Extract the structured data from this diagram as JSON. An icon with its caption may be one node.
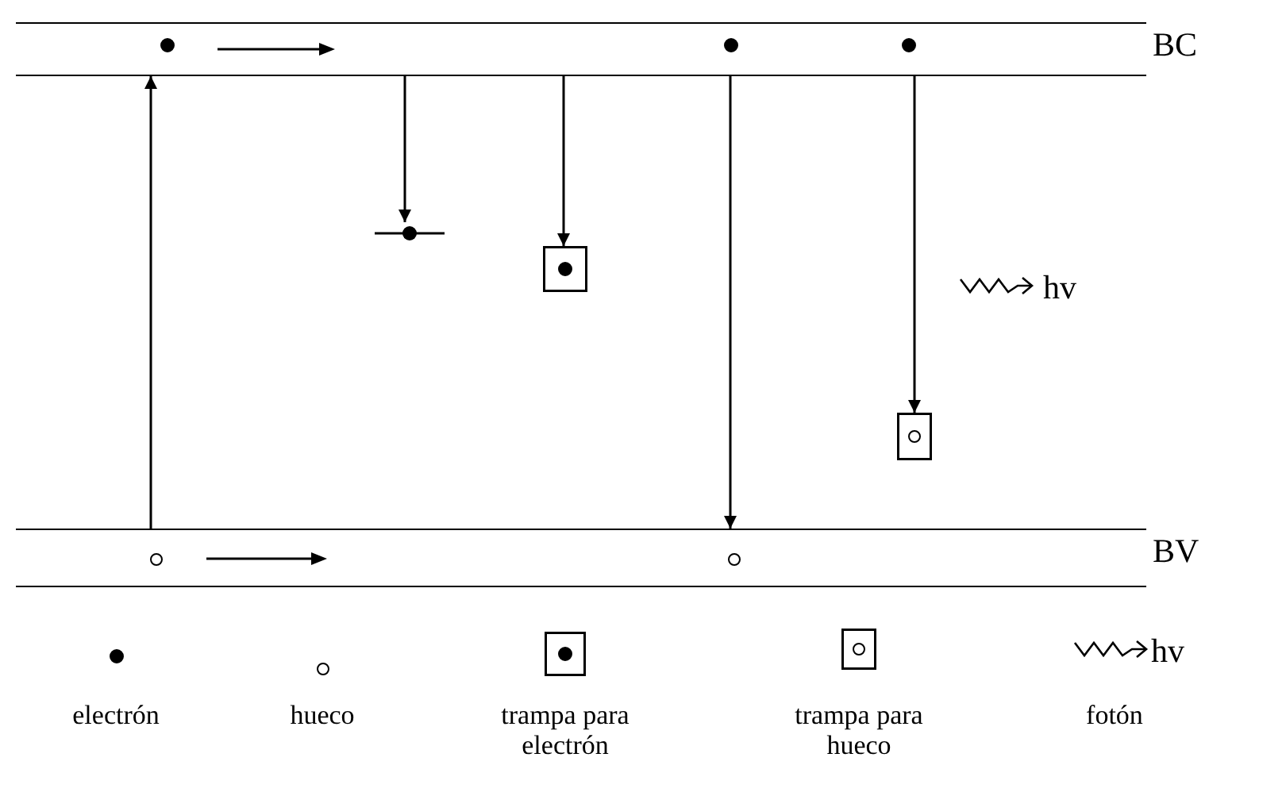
{
  "diagram": {
    "nodes": [
      {
        "text": [
          "BC"
        ]
      },
      {
        "text": [],
        "shape": "bar"
      },
      {
        "text": [],
        "shape": "box"
      },
      {
        "text": [],
        "shape": "box"
      },
      {
        "text": [
          "BV"
        ]
      }
    ],
    "edges": [
      {
        "from": 4,
        "to": 0,
        "arrow": "to"
      },
      {
        "from": 0,
        "to": 1,
        "arrow": "to"
      },
      {
        "from": 0,
        "to": 2,
        "arrow": "to"
      },
      {
        "from": 0,
        "to": 4,
        "arrow": "to"
      },
      {
        "from": 0,
        "to": 3,
        "arrow": "to"
      }
    ],
    "labels": [
      "hv",
      "hv"
    ],
    "legend": [
      {
        "text": "electrón"
      },
      {
        "text": "hueco"
      },
      {
        "text": "trampa para electrón"
      },
      {
        "text": "trampa para hueco"
      },
      {
        "text": "fotón"
      }
    ]
  }
}
